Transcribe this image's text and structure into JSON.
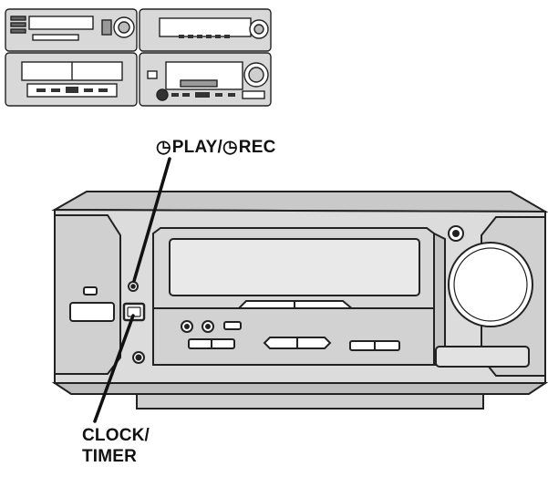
{
  "labels": {
    "timer_glyph": "◷",
    "play_text": "PLAY/",
    "rec_text": "REC",
    "clock_line1": "CLOCK/",
    "clock_line2": "TIMER"
  },
  "icons": {
    "timer_play": "clock-icon",
    "timer_rec": "clock-icon"
  },
  "colors": {
    "panel_fill": "#dcdcdc",
    "panel_dark": "#a9a9a9",
    "stroke": "#222222",
    "pointer": "#111111"
  }
}
